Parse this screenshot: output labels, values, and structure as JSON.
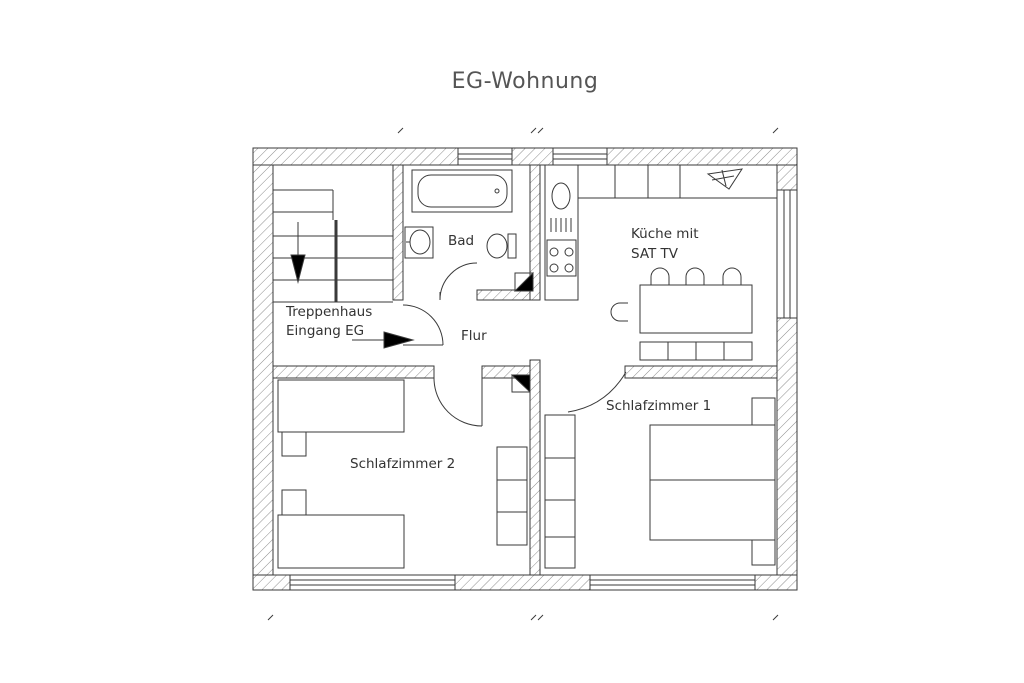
{
  "title": "EG-Wohnung",
  "labels": {
    "bad": "Bad",
    "kueche_1": "Küche mit",
    "kueche_2": "SAT TV",
    "treppenhaus_1": "Treppenhaus",
    "treppenhaus_2": "Eingang EG",
    "flur": "Flur",
    "schlafzimmer_1": "Schlafzimmer 1",
    "schlafzimmer_2": "Schlafzimmer 2"
  },
  "colors": {
    "line": "#3a3a3a",
    "hatch": "#6f6f6f",
    "text": "#333333",
    "title": "#555555",
    "background": "#ffffff",
    "solid": "#000000"
  }
}
